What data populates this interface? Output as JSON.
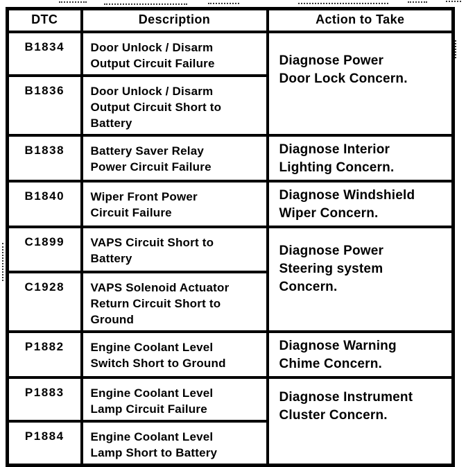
{
  "table": {
    "headers": [
      "DTC",
      "Description",
      "Action to Take"
    ],
    "rows": [
      {
        "dtc": "B1834",
        "description": "Door Unlock / Disarm\nOutput Circuit Failure"
      },
      {
        "dtc": "B1836",
        "description": "Door Unlock / Disarm\nOutput Circuit Short to\nBattery"
      },
      {
        "dtc": "B1838",
        "description": "Battery Saver Relay\nPower Circuit Failure"
      },
      {
        "dtc": "B1840",
        "description": "Wiper Front Power\nCircuit Failure"
      },
      {
        "dtc": "C1899",
        "description": "VAPS Circuit Short to\nBattery"
      },
      {
        "dtc": "C1928",
        "description": "VAPS Solenoid Actuator\nReturn Circuit Short to\nGround"
      },
      {
        "dtc": "P1882",
        "description": "Engine Coolant Level\nSwitch Short to Ground"
      },
      {
        "dtc": "P1883",
        "description": "Engine Coolant Level\nLamp Circuit Failure"
      },
      {
        "dtc": "P1884",
        "description": "Engine Coolant Level\nLamp Short to Battery"
      }
    ],
    "actions": [
      {
        "text": "Diagnose Power\nDoor Lock Concern.",
        "dtc_codes": [
          "B1834",
          "B1836"
        ]
      },
      {
        "text": "Diagnose Interior\nLighting Concern.",
        "dtc_codes": [
          "B1838"
        ]
      },
      {
        "text": "Diagnose Windshield\nWiper Concern.",
        "dtc_codes": [
          "B1840"
        ]
      },
      {
        "text": "Diagnose Power\nSteering system\nConcern.",
        "dtc_codes": [
          "C1899",
          "C1928"
        ]
      },
      {
        "text": "Diagnose Warning\nChime Concern.",
        "dtc_codes": [
          "P1882"
        ]
      },
      {
        "text": "Diagnose Instrument\nCluster Concern.",
        "dtc_codes": [
          "P1883",
          "P1884"
        ]
      }
    ],
    "colors": {
      "border": "#000000",
      "text": "#000000",
      "background": "#ffffff"
    }
  }
}
